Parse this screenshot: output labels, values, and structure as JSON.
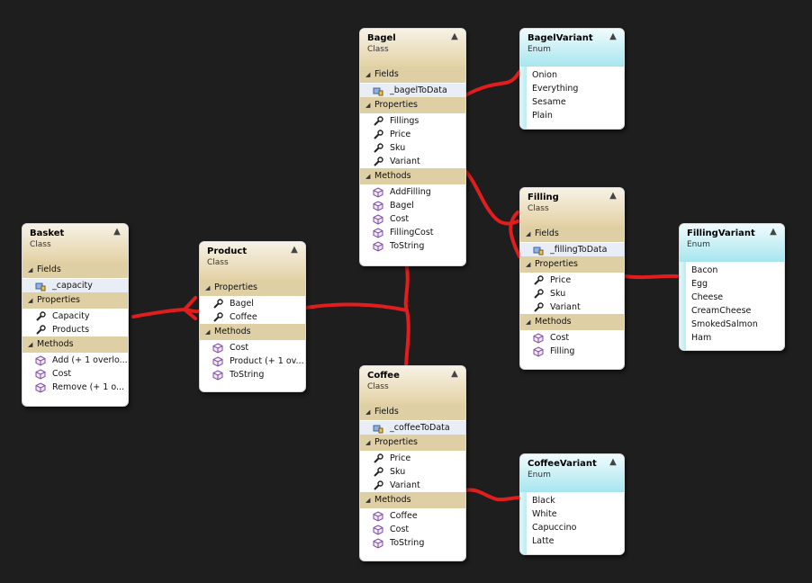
{
  "classes": {
    "basket": {
      "name": "Basket",
      "kind": "Class",
      "fields_label": "Fields",
      "fields": [
        "_capacity"
      ],
      "properties_label": "Properties",
      "properties": [
        "Capacity",
        "Products"
      ],
      "methods_label": "Methods",
      "methods": [
        "Add (+ 1 overlo...",
        "Cost",
        "Remove (+ 1 o..."
      ]
    },
    "product": {
      "name": "Product",
      "kind": "Class",
      "properties_label": "Properties",
      "properties": [
        "Bagel",
        "Coffee"
      ],
      "methods_label": "Methods",
      "methods": [
        "Cost",
        "Product (+ 1 ov...",
        "ToString"
      ]
    },
    "bagel": {
      "name": "Bagel",
      "kind": "Class",
      "fields_label": "Fields",
      "fields": [
        "_bagelToData"
      ],
      "properties_label": "Properties",
      "properties": [
        "Fillings",
        "Price",
        "Sku",
        "Variant"
      ],
      "methods_label": "Methods",
      "methods": [
        "AddFilling",
        "Bagel",
        "Cost",
        "FillingCost",
        "ToString"
      ]
    },
    "filling": {
      "name": "Filling",
      "kind": "Class",
      "fields_label": "Fields",
      "fields": [
        "_fillingToData"
      ],
      "properties_label": "Properties",
      "properties": [
        "Price",
        "Sku",
        "Variant"
      ],
      "methods_label": "Methods",
      "methods": [
        "Cost",
        "Filling"
      ]
    },
    "coffee": {
      "name": "Coffee",
      "kind": "Class",
      "fields_label": "Fields",
      "fields": [
        "_coffeeToData"
      ],
      "properties_label": "Properties",
      "properties": [
        "Price",
        "Sku",
        "Variant"
      ],
      "methods_label": "Methods",
      "methods": [
        "Coffee",
        "Cost",
        "ToString"
      ]
    }
  },
  "enums": {
    "bagel_variant": {
      "name": "BagelVariant",
      "kind": "Enum",
      "values": [
        "Onion",
        "Everything",
        "Sesame",
        "Plain"
      ]
    },
    "filling_variant": {
      "name": "FillingVariant",
      "kind": "Enum",
      "values": [
        "Bacon",
        "Egg",
        "Cheese",
        "CreamCheese",
        "SmokedSalmon",
        "Ham"
      ]
    },
    "coffee_variant": {
      "name": "CoffeeVariant",
      "kind": "Enum",
      "values": [
        "Black",
        "White",
        "Capuccino",
        "Latte"
      ]
    }
  },
  "icons": {
    "field": "field-lock-icon",
    "property": "wrench-icon",
    "method": "cube-icon",
    "collapse": "double-chevron-up-icon",
    "section": "triangle-down-icon"
  },
  "colors": {
    "canvas": "#1e1e1e",
    "class_header": "#e4d2a6",
    "enum_header": "#a6e6ee",
    "section_bar": "#dfcfa4",
    "connector": "#e21d1d"
  }
}
